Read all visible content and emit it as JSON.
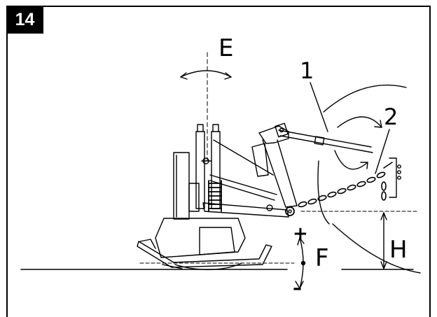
{
  "figure": {
    "number": "14",
    "labels": {
      "E": "E",
      "F": "F",
      "H": "H",
      "part1": "1",
      "part2": "2",
      "plus": "+",
      "minus": "–"
    }
  }
}
